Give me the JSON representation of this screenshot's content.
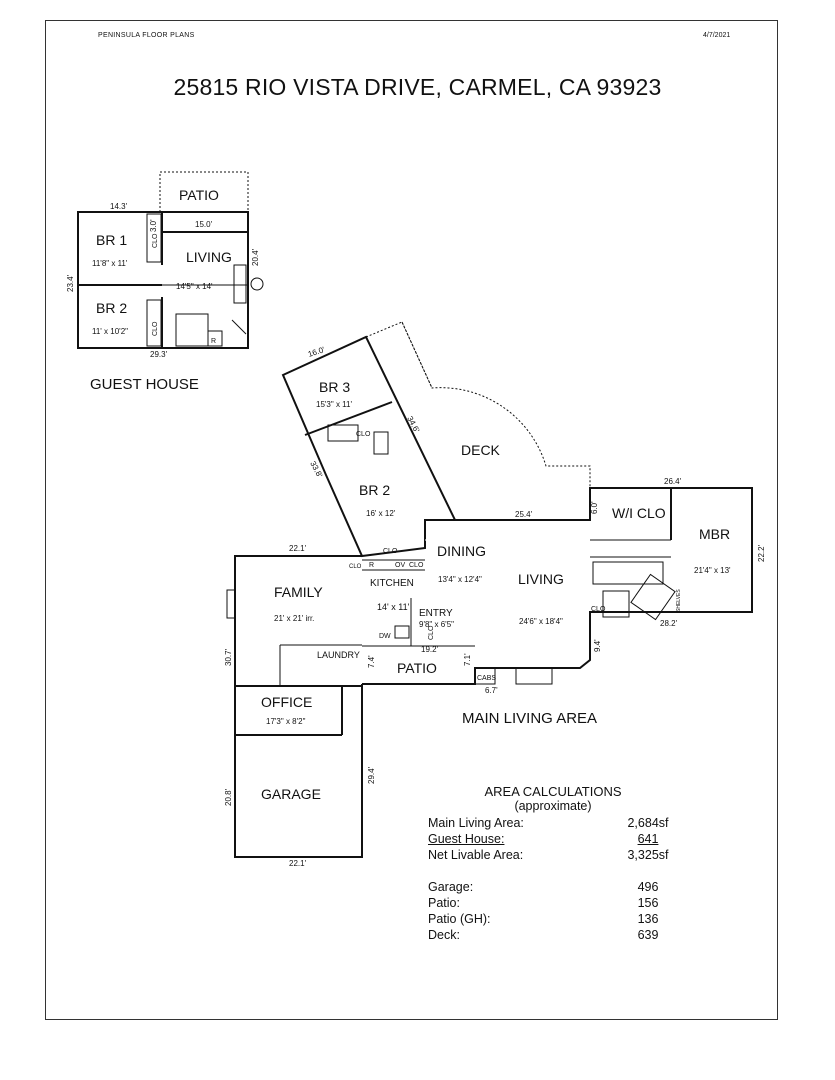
{
  "header": {
    "company": "PENINSULA FLOOR PLANS",
    "date": "4/7/2021"
  },
  "title": "25815 RIO VISTA DRIVE, CARMEL, CA  93923",
  "guest_house": {
    "label": "GUEST HOUSE",
    "rooms": {
      "patio": "PATIO",
      "br1": "BR 1",
      "br1_size": "11'8\" x 11'",
      "br2": "BR 2",
      "br2_size": "11' x 10'2\"",
      "living": "LIVING",
      "living_size": "14'5\" x 14'"
    },
    "dims": {
      "top": "14.3'",
      "patio_depth": "3.0'",
      "living_width": "15.0'",
      "right": "20.4'",
      "left": "23.4'",
      "bottom": "29.3'"
    },
    "fixtures": {
      "clo": "CLO",
      "r": "R"
    }
  },
  "main": {
    "label": "MAIN LIVING AREA",
    "rooms": {
      "br3": "BR 3",
      "br3_size": "15'3\" x 11'",
      "br2": "BR 2",
      "br2_size": "16' x 12'",
      "deck": "DECK",
      "wiclo": "W/I CLO",
      "mbr": "MBR",
      "mbr_size": "21'4\" x 13'",
      "dining": "DINING",
      "dining_size": "13'4\" x 12'4\"",
      "living": "LIVING",
      "living_size": "24'6\" x 18'4\"",
      "family": "FAMILY",
      "family_size": "21' x 21' irr.",
      "kitchen": "KITCHEN",
      "kitchen_size": "14' x 11'",
      "entry": "ENTRY",
      "entry_size": "9'8\" x 6'5\"",
      "laundry": "LAUNDRY",
      "patio": "PATIO",
      "office": "OFFICE",
      "office_size": "17'3\" x 8'2\"",
      "garage": "GARAGE"
    },
    "dims": {
      "d16": "16.0'",
      "d34": "34.6'",
      "d33": "33.8'",
      "d26": "26.4'",
      "d25": "25.4'",
      "d6": "6.0'",
      "d22r": "22.2'",
      "d22t": "22.1'",
      "d30": "30.7'",
      "d19": "19.2'",
      "d74": "7.4'",
      "d71": "7.1'",
      "d67": "6.7'",
      "d94": "9.4'",
      "d28": "28.2'",
      "d294": "29.4'",
      "d208": "20.8'",
      "d221b": "22.1'"
    },
    "fixtures": {
      "clo": "CLO",
      "r": "R",
      "ov": "OV",
      "dw": "DW",
      "cabs": "CABS",
      "shelves": "SHELVES"
    }
  },
  "area_calc": {
    "title": "AREA CALCULATIONS",
    "subtitle": "(approximate)",
    "rows": [
      {
        "label": "Main Living Area:",
        "value": "2,684sf"
      },
      {
        "label": "Guest House:",
        "value": "641"
      },
      {
        "label": "Net Livable Area:",
        "value": "3,325sf"
      }
    ],
    "extras": [
      {
        "label": "Garage:",
        "value": "496"
      },
      {
        "label": "Patio:",
        "value": "156"
      },
      {
        "label": "Patio (GH):",
        "value": "136"
      },
      {
        "label": "Deck:",
        "value": "639"
      }
    ]
  }
}
